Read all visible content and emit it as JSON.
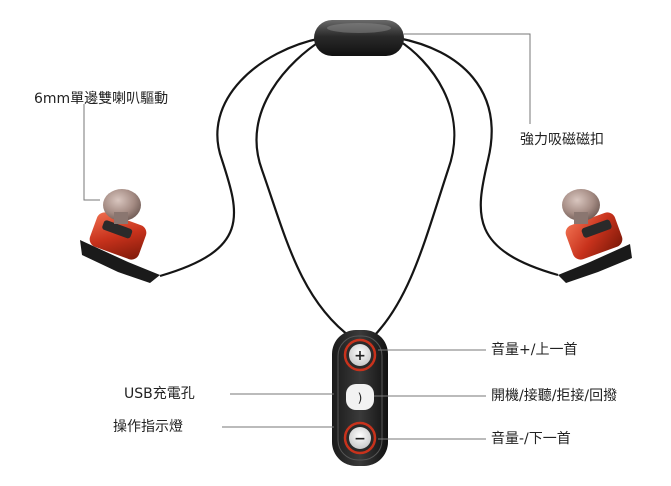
{
  "labels": {
    "driver": "6mm單邊雙喇叭驅動",
    "magnet": "強力吸磁磁扣",
    "vol_up": "音量+/上一首",
    "power": "開機/接聽/拒接/回撥",
    "vol_down": "音量-/下一首",
    "usb": "USB充電孔",
    "led": "操作指示燈"
  },
  "buttons": {
    "plus": "+",
    "mid": ")",
    "minus": "−"
  },
  "colors": {
    "cable": "#151515",
    "housing": "#2b2b2b",
    "accent_red": "#c8321c",
    "ear_tip": "#a58c84",
    "leader_line": "#777777"
  }
}
